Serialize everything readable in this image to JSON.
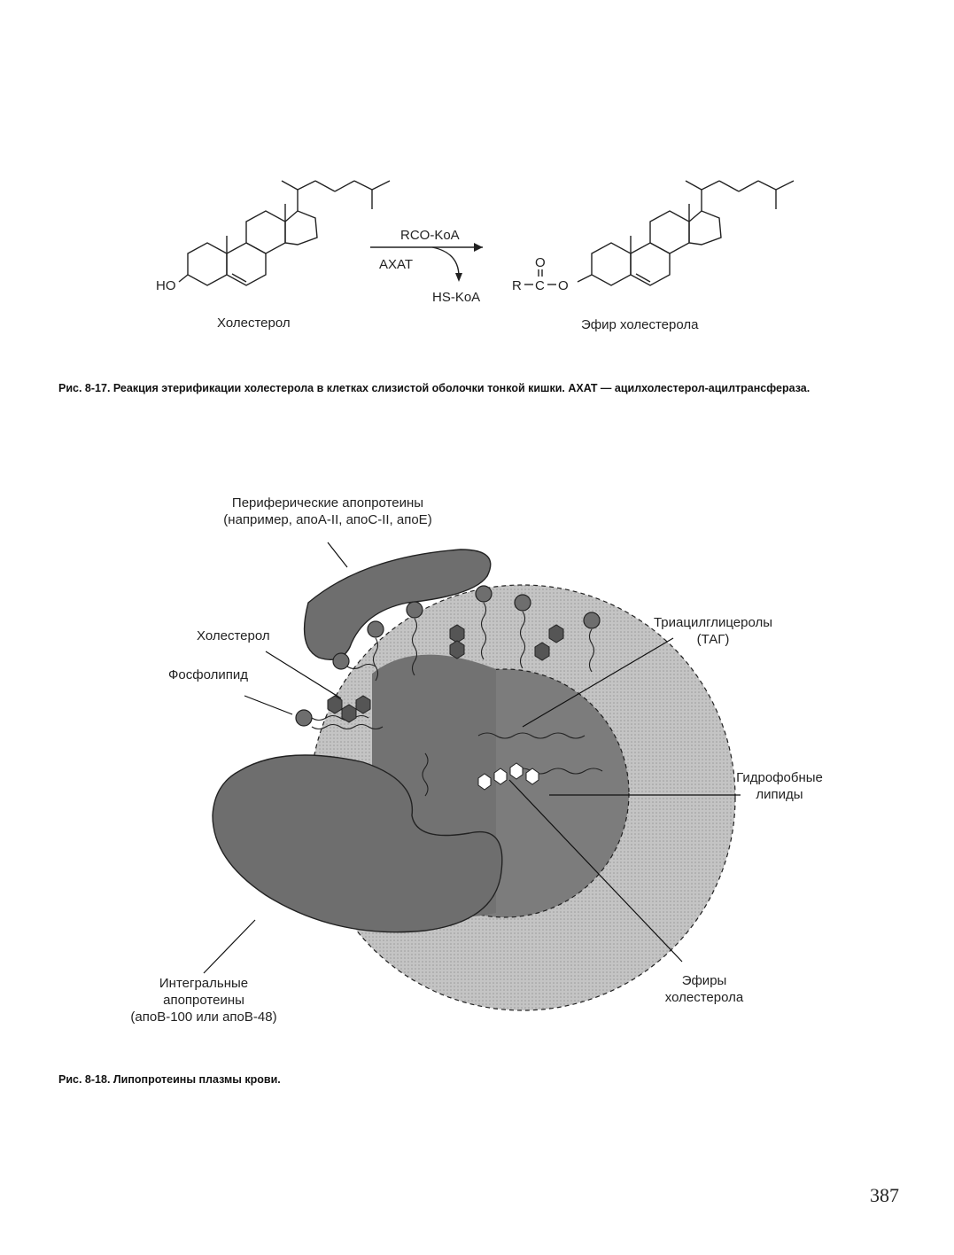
{
  "figure1": {
    "left_label": "Холестерол",
    "right_label": "Эфир холестерола",
    "reagent_top": "RCO-KoA",
    "enzyme": "AXAT",
    "byproduct": "HS-KoA",
    "ho": "HO",
    "ester_r": "R",
    "ester_c": "C",
    "ester_o": "O",
    "ester_carbonyl_o": "O",
    "caption": "Рис. 8-17. Реакция этерификации холестерола в клетках слизистой оболочки тонкой кишки. AXAT — ацилхолестерол-ацилтрансфераза."
  },
  "figure2": {
    "peripheral_line1": "Периферические апопротеины",
    "peripheral_line2": "(например, апоA-II, апоC-II, апоE)",
    "cholesterol": "Холестерол",
    "phospholipid": "Фосфолипид",
    "tag_line1": "Триацилглицеролы",
    "tag_line2": "(ТАГ)",
    "hydrophobic_line1": "Гидрофобные",
    "hydrophobic_line2": "липиды",
    "integral_line1": "Интегральные",
    "integral_line2": "апопротеины",
    "integral_line3": "(апоB-100 или апоB-48)",
    "esters_line1": "Эфиры",
    "esters_line2": "холестерола",
    "caption": "Рис. 8-18. Липопротеины плазмы крови."
  },
  "page_number": "387",
  "colors": {
    "protein": "#6f6f6f",
    "core_shell": "#b9b9b9",
    "outer_shell": "#cfcfcf",
    "inner_core": "#7a7a7a"
  }
}
